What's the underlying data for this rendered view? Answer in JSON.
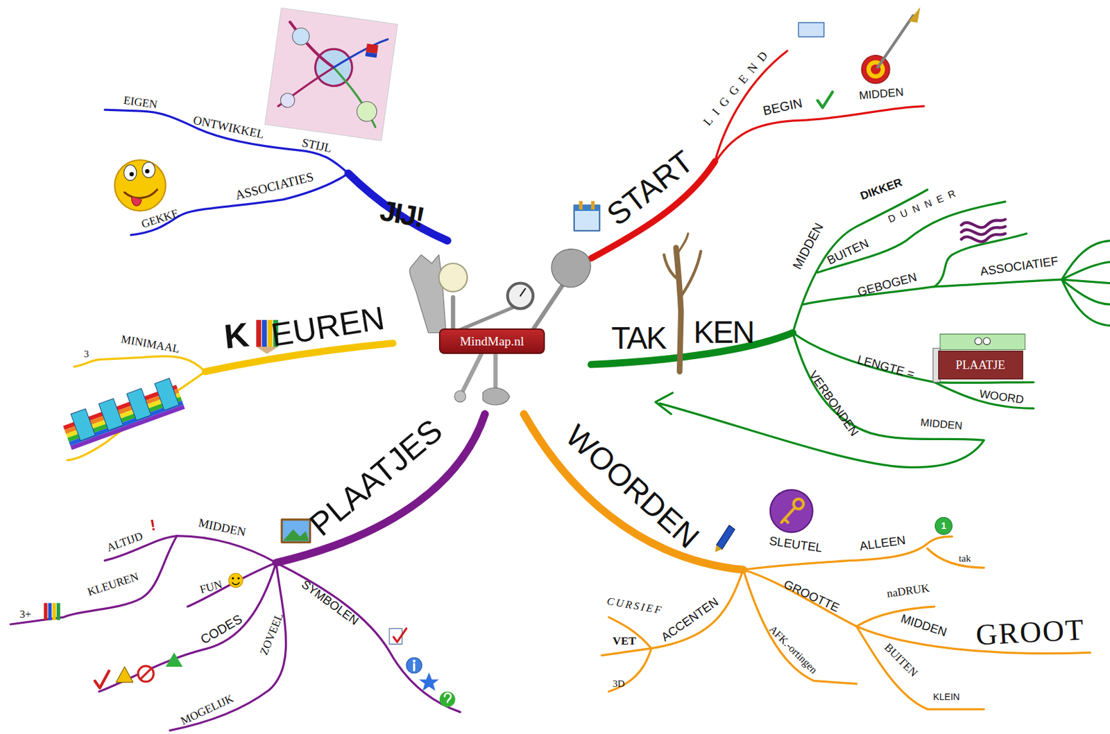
{
  "diagram": {
    "nodes": [
      {
        "text": [
          "MindMap.nl"
        ]
      },
      {
        "text": [
          "PLAATJE"
        ]
      }
    ],
    "labels": [
      "JIJ!",
      "EIGEN",
      "ONTWIKKEL",
      "STIJL",
      "ASSOCIATIES",
      "GEKKE",
      "K",
      "EUREN",
      "MINIMAAL",
      "3",
      "PLAATJES",
      "MIDDEN",
      "ALTIJD",
      "!",
      "FUN",
      "KLEUREN",
      "3+",
      "CODES",
      "SYMBOLEN",
      "ZOVEEL",
      "MOGELIJK",
      "START",
      "LIGGEND",
      "BEGIN",
      "MIDDEN",
      "TAK",
      "KEN",
      "MIDDEN",
      "DIKKER",
      "BUITEN",
      "DUNNER",
      "GEBOGEN",
      "ASSOCIATIEF",
      "LENGTE =",
      "WOORD",
      "VERBONDEN",
      "MIDDEN",
      "WOORDEN",
      "SLEUTEL",
      "ALLEEN",
      "1",
      "tak",
      "GROOTTE",
      "naDRUK",
      "MIDDEN",
      "GROOT",
      "BUITEN",
      "KLEIN",
      "ACCENTEN",
      "CURSIEF",
      "VET",
      "3D",
      "AFK.-ortingen"
    ]
  }
}
